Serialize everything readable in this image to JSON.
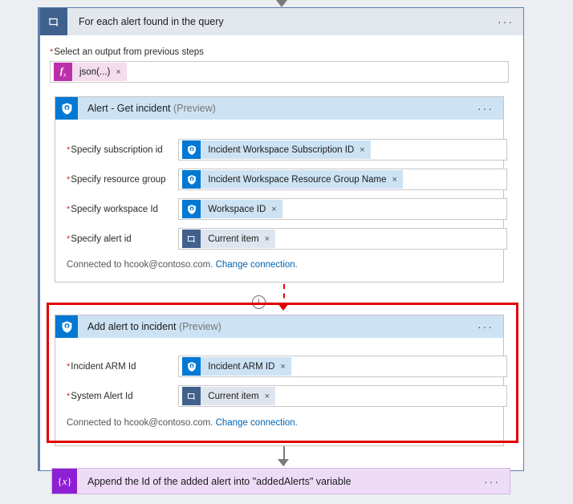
{
  "page": {
    "background_color": "#eceef1",
    "accent_blue": "#0078d4",
    "highlight_color": "#e00000",
    "loop_icon_color": "#41618d",
    "variable_icon_color": "#8d1fd4",
    "function_icon_color": "#bc2fab"
  },
  "foreach": {
    "title": "For each alert found in the query",
    "icon": "loop-icon",
    "overflow_label": "···",
    "output_field": {
      "label": "Select an output from previous steps",
      "required_marker": "*",
      "token": {
        "icon": "function-fx-icon",
        "icon_label": "fx",
        "text": "json(...)",
        "remove_label": "×"
      }
    }
  },
  "get_incident": {
    "title": "Alert - Get incident",
    "preview_label": "(Preview)",
    "icon": "sentinel-shield-icon",
    "overflow_label": "···",
    "fields": [
      {
        "label": "Specify subscription id",
        "required_marker": "*",
        "token": {
          "icon": "sentinel-shield-icon",
          "text": "Incident Workspace Subscription ID",
          "remove_label": "×",
          "style": "blue"
        }
      },
      {
        "label": "Specify resource group",
        "required_marker": "*",
        "token": {
          "icon": "sentinel-shield-icon",
          "text": "Incident Workspace Resource Group Name",
          "remove_label": "×",
          "style": "blue"
        }
      },
      {
        "label": "Specify workspace Id",
        "required_marker": "*",
        "token": {
          "icon": "sentinel-shield-icon",
          "text": "Workspace ID",
          "remove_label": "×",
          "style": "blue"
        }
      },
      {
        "label": "Specify alert id",
        "required_marker": "*",
        "token": {
          "icon": "loop-icon",
          "text": "Current item",
          "remove_label": "×",
          "style": "gray"
        }
      }
    ],
    "connection_text": "Connected to hcook@contoso.com.",
    "connection_link": "Change connection."
  },
  "add_alert": {
    "title": "Add alert to incident",
    "preview_label": "(Preview)",
    "icon": "sentinel-shield-icon",
    "overflow_label": "···",
    "fields": [
      {
        "label": "Incident ARM Id",
        "required_marker": "*",
        "token": {
          "icon": "sentinel-shield-icon",
          "text": "Incident ARM ID",
          "remove_label": "×",
          "style": "blue"
        }
      },
      {
        "label": "System Alert Id",
        "required_marker": "*",
        "token": {
          "icon": "loop-icon",
          "text": "Current item",
          "remove_label": "×",
          "style": "gray"
        }
      }
    ],
    "connection_text": "Connected to hcook@contoso.com.",
    "connection_link": "Change connection."
  },
  "append_variable": {
    "title": "Append the Id of the added alert into \"addedAlerts\" variable",
    "icon": "variable-braces-icon",
    "overflow_label": "···"
  },
  "connectors": {
    "info_icon_label": "i",
    "top_arrow": "arrow-down-icon",
    "middle_arrow": "arrow-down-dashed-red-icon",
    "bottom_arrow": "arrow-down-icon"
  }
}
